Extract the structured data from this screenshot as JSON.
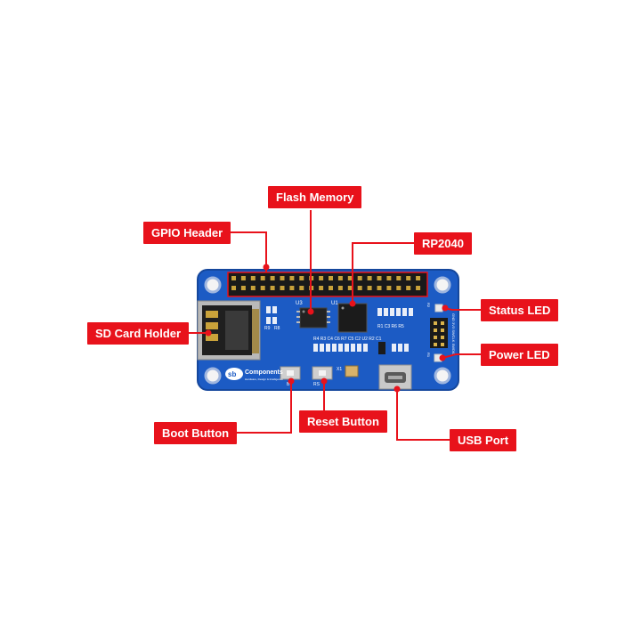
{
  "labels": {
    "flash_memory": "Flash Memory",
    "gpio_header": "GPIO Header",
    "rp2040": "RP2040",
    "status_led": "Status LED",
    "sd_card_holder": "SD Card Holder",
    "power_led": "Power LED",
    "reset_button": "Reset Button",
    "boot_button": "Boot Button",
    "usb_port": "USB Port"
  },
  "board": {
    "brand": "Components",
    "brand_logo_text": "sb",
    "tagline": "Hardware, Design & Intelligence",
    "silk_u3": "U3",
    "silk_u1": "U1",
    "silk_r9": "R9",
    "silk_r8": "R8",
    "silk_r1c3": "R1  C3  R6  R5",
    "silk_caps": "R4 R3 C4 C6 R7 C5 C2  U2  R2 C1",
    "silk_x1": "X1",
    "silk_boot": "B",
    "silk_reset": "RS",
    "silk_gpio_side": "GND 3V3 SWCLK SWDIO",
    "silk_led_r2": "R2",
    "silk_led_r1": "R1"
  },
  "colors": {
    "label_bg": "#e8121b",
    "label_text": "#ffffff",
    "board": "#1c5bc4",
    "board_edge": "#15479c",
    "header_black": "#1a1a1a",
    "leader_line": "#e8121b"
  }
}
